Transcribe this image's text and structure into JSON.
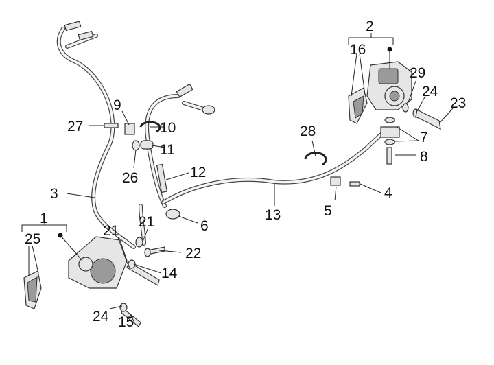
{
  "callouts": {
    "c1": "1",
    "c2": "2",
    "c3": "3",
    "c4": "4",
    "c5": "5",
    "c6": "6",
    "c7": "7",
    "c8": "8",
    "c9": "9",
    "c10": "10",
    "c11": "11",
    "c12": "12",
    "c13": "13",
    "c14": "14",
    "c15": "15",
    "c16": "16",
    "c21a": "21",
    "c21b": "21",
    "c22": "22",
    "c23": "23",
    "c24a": "24",
    "c24b": "24",
    "c25": "25",
    "c26": "26",
    "c27": "27",
    "c28": "28",
    "c29": "29"
  }
}
